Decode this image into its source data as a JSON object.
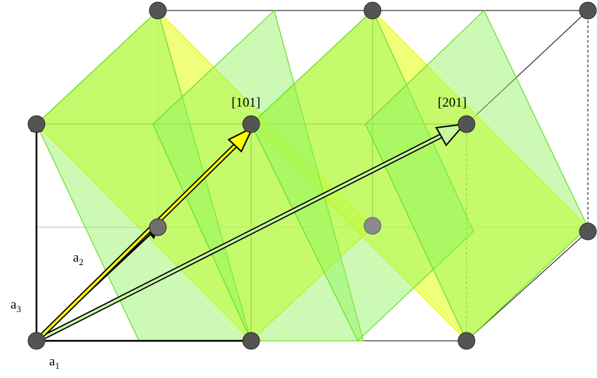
{
  "labels": {
    "dir_101": "[101]",
    "dir_201": "[201]",
    "a1_base": "a",
    "a1_sub": "1",
    "a2_base": "a",
    "a2_sub": "2",
    "a3_base": "a",
    "a3_sub": "3"
  },
  "colors": {
    "yellow_plane": "#e8ff33",
    "green_plane": "#8ff55a",
    "yellow_edge": "#f2f200",
    "green_edge": "#66dd22",
    "arrow_101": "#ffff00",
    "arrow_201": "#c8f7a0",
    "atom": "#545454",
    "atom_light": "#8a8a8a"
  }
}
